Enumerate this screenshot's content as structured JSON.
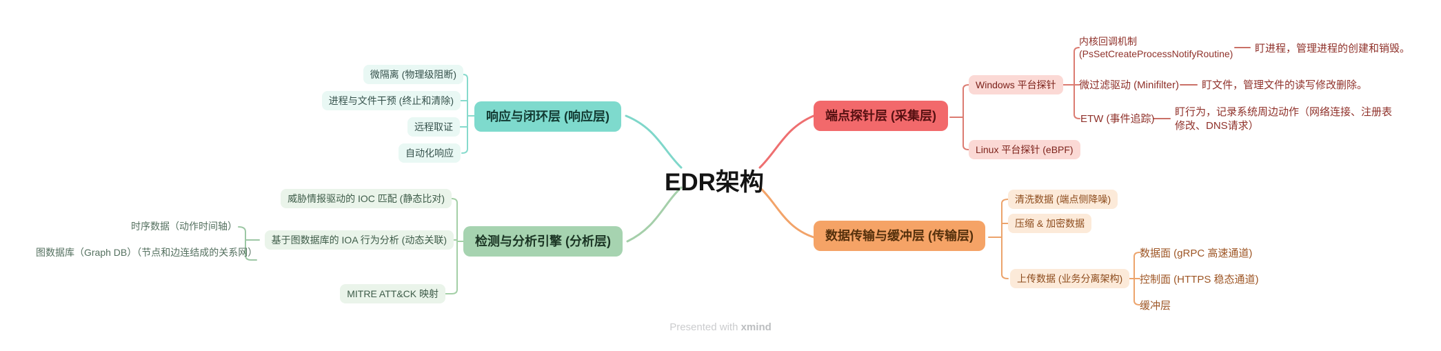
{
  "mindmap": {
    "root": "EDR架构",
    "left": [
      {
        "label": "响应与闭环层 (响应层)",
        "children": [
          {
            "label": "微隔离 (物理级阻断)"
          },
          {
            "label": "进程与文件干预 (终止和清除)"
          },
          {
            "label": "远程取证"
          },
          {
            "label": "自动化响应"
          }
        ]
      },
      {
        "label": "检测与分析引擎 (分析层)",
        "children": [
          {
            "label": "威胁情报驱动的 IOC 匹配 (静态比对)"
          },
          {
            "label": "基于图数据库的 IOA 行为分析 (动态关联)",
            "children": [
              {
                "label": "时序数据（动作时间轴）"
              },
              {
                "label": "图数据库（Graph DB）（节点和边连结成的关系网）"
              }
            ]
          },
          {
            "label": "MITRE ATT&CK 映射"
          }
        ]
      }
    ],
    "right": [
      {
        "label": "端点探针层 (采集层)",
        "children": [
          {
            "label": "Windows 平台探针",
            "children": [
              {
                "label": "内核回调机制 (PsSetCreateProcessNotifyRoutine)",
                "note": "盯进程，管理进程的创建和销毁。"
              },
              {
                "label": "微过滤驱动 (Minifilter)",
                "note": "盯文件，管理文件的读写修改删除。"
              },
              {
                "label": "ETW (事件追踪)",
                "note": "盯行为，记录系统周边动作（网络连接、注册表修改、DNS请求）"
              }
            ]
          },
          {
            "label": "Linux 平台探针 (eBPF)"
          }
        ]
      },
      {
        "label": "数据传输与缓冲层 (传输层)",
        "children": [
          {
            "label": "清洗数据 (端点侧降噪)"
          },
          {
            "label": "压缩 & 加密数据"
          },
          {
            "label": "上传数据 (业务分离架构)",
            "children": [
              {
                "label": "数据面 (gRPC 高速通道)"
              },
              {
                "label": "控制面 (HTTPS 稳态通道)"
              },
              {
                "label": "缓冲层"
              }
            ]
          }
        ]
      }
    ]
  },
  "colors": {
    "branch_response": "#7edacd",
    "branch_detection": "#a6d3b0",
    "branch_probe": "#f2696b",
    "branch_transport": "#f5a366"
  },
  "watermark": {
    "prefix": "Presented with ",
    "brand": "xmind"
  }
}
